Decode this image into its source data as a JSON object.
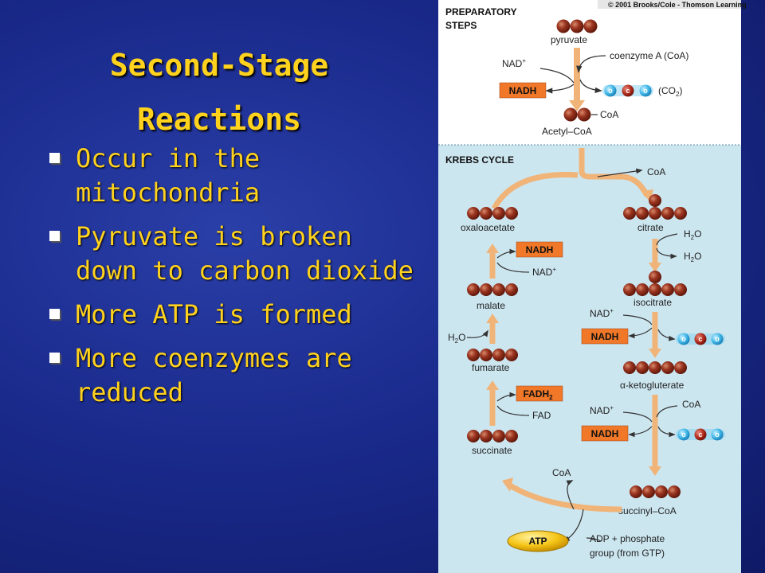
{
  "slide": {
    "title_line1": "Second-Stage",
    "title_line2": "Reactions",
    "bullets": [
      "Occur in the mitochondria",
      "Pyruvate is broken down to carbon dioxide",
      "More ATP is formed",
      "More coenzymes are reduced"
    ],
    "colors": {
      "background": "#1a2a8c",
      "title": "#ffd21e",
      "bullet_text": "#ffd21e",
      "bullet_marker": "#ffffff"
    }
  },
  "figure": {
    "copyright": "© 2001 Brooks/Cole - Thomson Learning",
    "preparatory": {
      "header_line1": "PREPARATORY",
      "header_line2": "STEPS",
      "pyruvate": "pyruvate",
      "coenzyme_a": "coenzyme A (CoA)",
      "nad": "NAD",
      "nadh": "NADH",
      "co2": "(CO",
      "co2_sub": "2",
      "co2_close": ")",
      "coa": "CoA",
      "acetyl_coa": "Acetyl–CoA"
    },
    "krebs": {
      "header": "KREBS CYCLE",
      "coa_in": "CoA",
      "citrate": "citrate",
      "h2o_1": "H",
      "h2o_2": "H",
      "h2o_sub": "2",
      "h2o_o": "O",
      "isocitrate": "isocitrate",
      "nad_1": "NAD",
      "nadh_1": "NADH",
      "ketoglutarate": "-ketogluterate",
      "alpha": "α",
      "coa_2": "CoA",
      "nad_2": "NAD",
      "nadh_2": "NADH",
      "succinyl_coa": "succinyl–CoA",
      "adp": "ADP + phosphate",
      "gtp": "group (from GTP)",
      "atp": "ATP",
      "coa_3": "CoA",
      "succinate": "succinate",
      "fad": "FAD",
      "fadh2": "FADH",
      "fadh2_sub": "2",
      "fumarate": "fumarate",
      "h2o_left": "H",
      "malate": "malate",
      "nad_3": "NAD",
      "nadh_3": "NADH",
      "oxaloacetate": "oxaloacetate",
      "carbon_letter": "c",
      "oxygen_letter": "o",
      "plus": "+"
    },
    "colors": {
      "prep_bg": "#ffffff",
      "krebs_bg": "#cce6f0",
      "arrow": "#f0b478",
      "nadh_box": "#f07828",
      "atp_oval": "#f5c518",
      "molecule": "#8b2a1a",
      "co2_oxygen": "#3bb4e6",
      "co2_carbon": "#b02a1a"
    }
  }
}
